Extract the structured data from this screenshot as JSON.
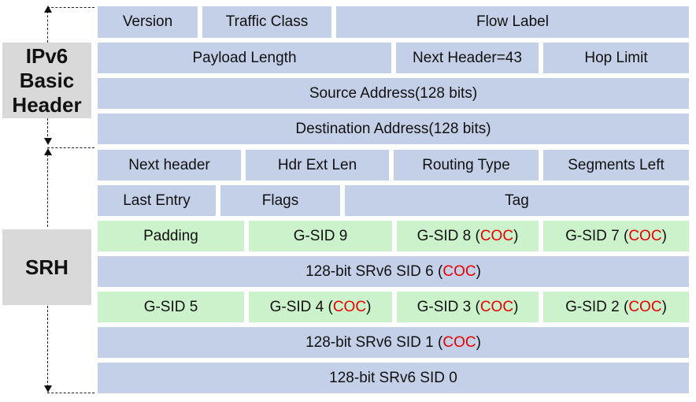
{
  "labels": {
    "ipv6_header": [
      "IPv6",
      "Basic",
      "Header"
    ],
    "srh": "SRH"
  },
  "ipv6": {
    "version": "Version",
    "traffic_class": "Traffic Class",
    "flow_label": "Flow Label",
    "payload_length": "Payload Length",
    "next_header": "Next Header=43",
    "hop_limit": "Hop Limit",
    "source_address": "Source Address(128 bits)",
    "destination_address": "Destination Address(128 bits)"
  },
  "srh": {
    "next_header": "Next header",
    "hdr_ext_len": "Hdr Ext Len",
    "routing_type": "Routing Type",
    "segments_left": "Segments Left",
    "last_entry": "Last Entry",
    "flags": "Flags",
    "tag": "Tag",
    "padding": "Padding",
    "gsid9": "G-SID 9",
    "gsid8": "G-SID 8 (",
    "gsid7": "G-SID 7 (",
    "sid6": "128-bit SRv6 SID 6 (",
    "gsid5": "G-SID 5",
    "gsid4": "G-SID 4 (",
    "gsid3": "G-SID 3 (",
    "gsid2": "G-SID 2 (",
    "sid1": "128-bit SRv6 SID 1 (",
    "sid0": "128-bit SRv6 SID 0",
    "coc": "COC",
    "close_paren": ")"
  },
  "colors": {
    "header_fill": "#c4d0e8",
    "gsid_fill": "#ccf2cc",
    "coc_text": "#e60000",
    "side_label_fill": "#d9d9d9"
  }
}
